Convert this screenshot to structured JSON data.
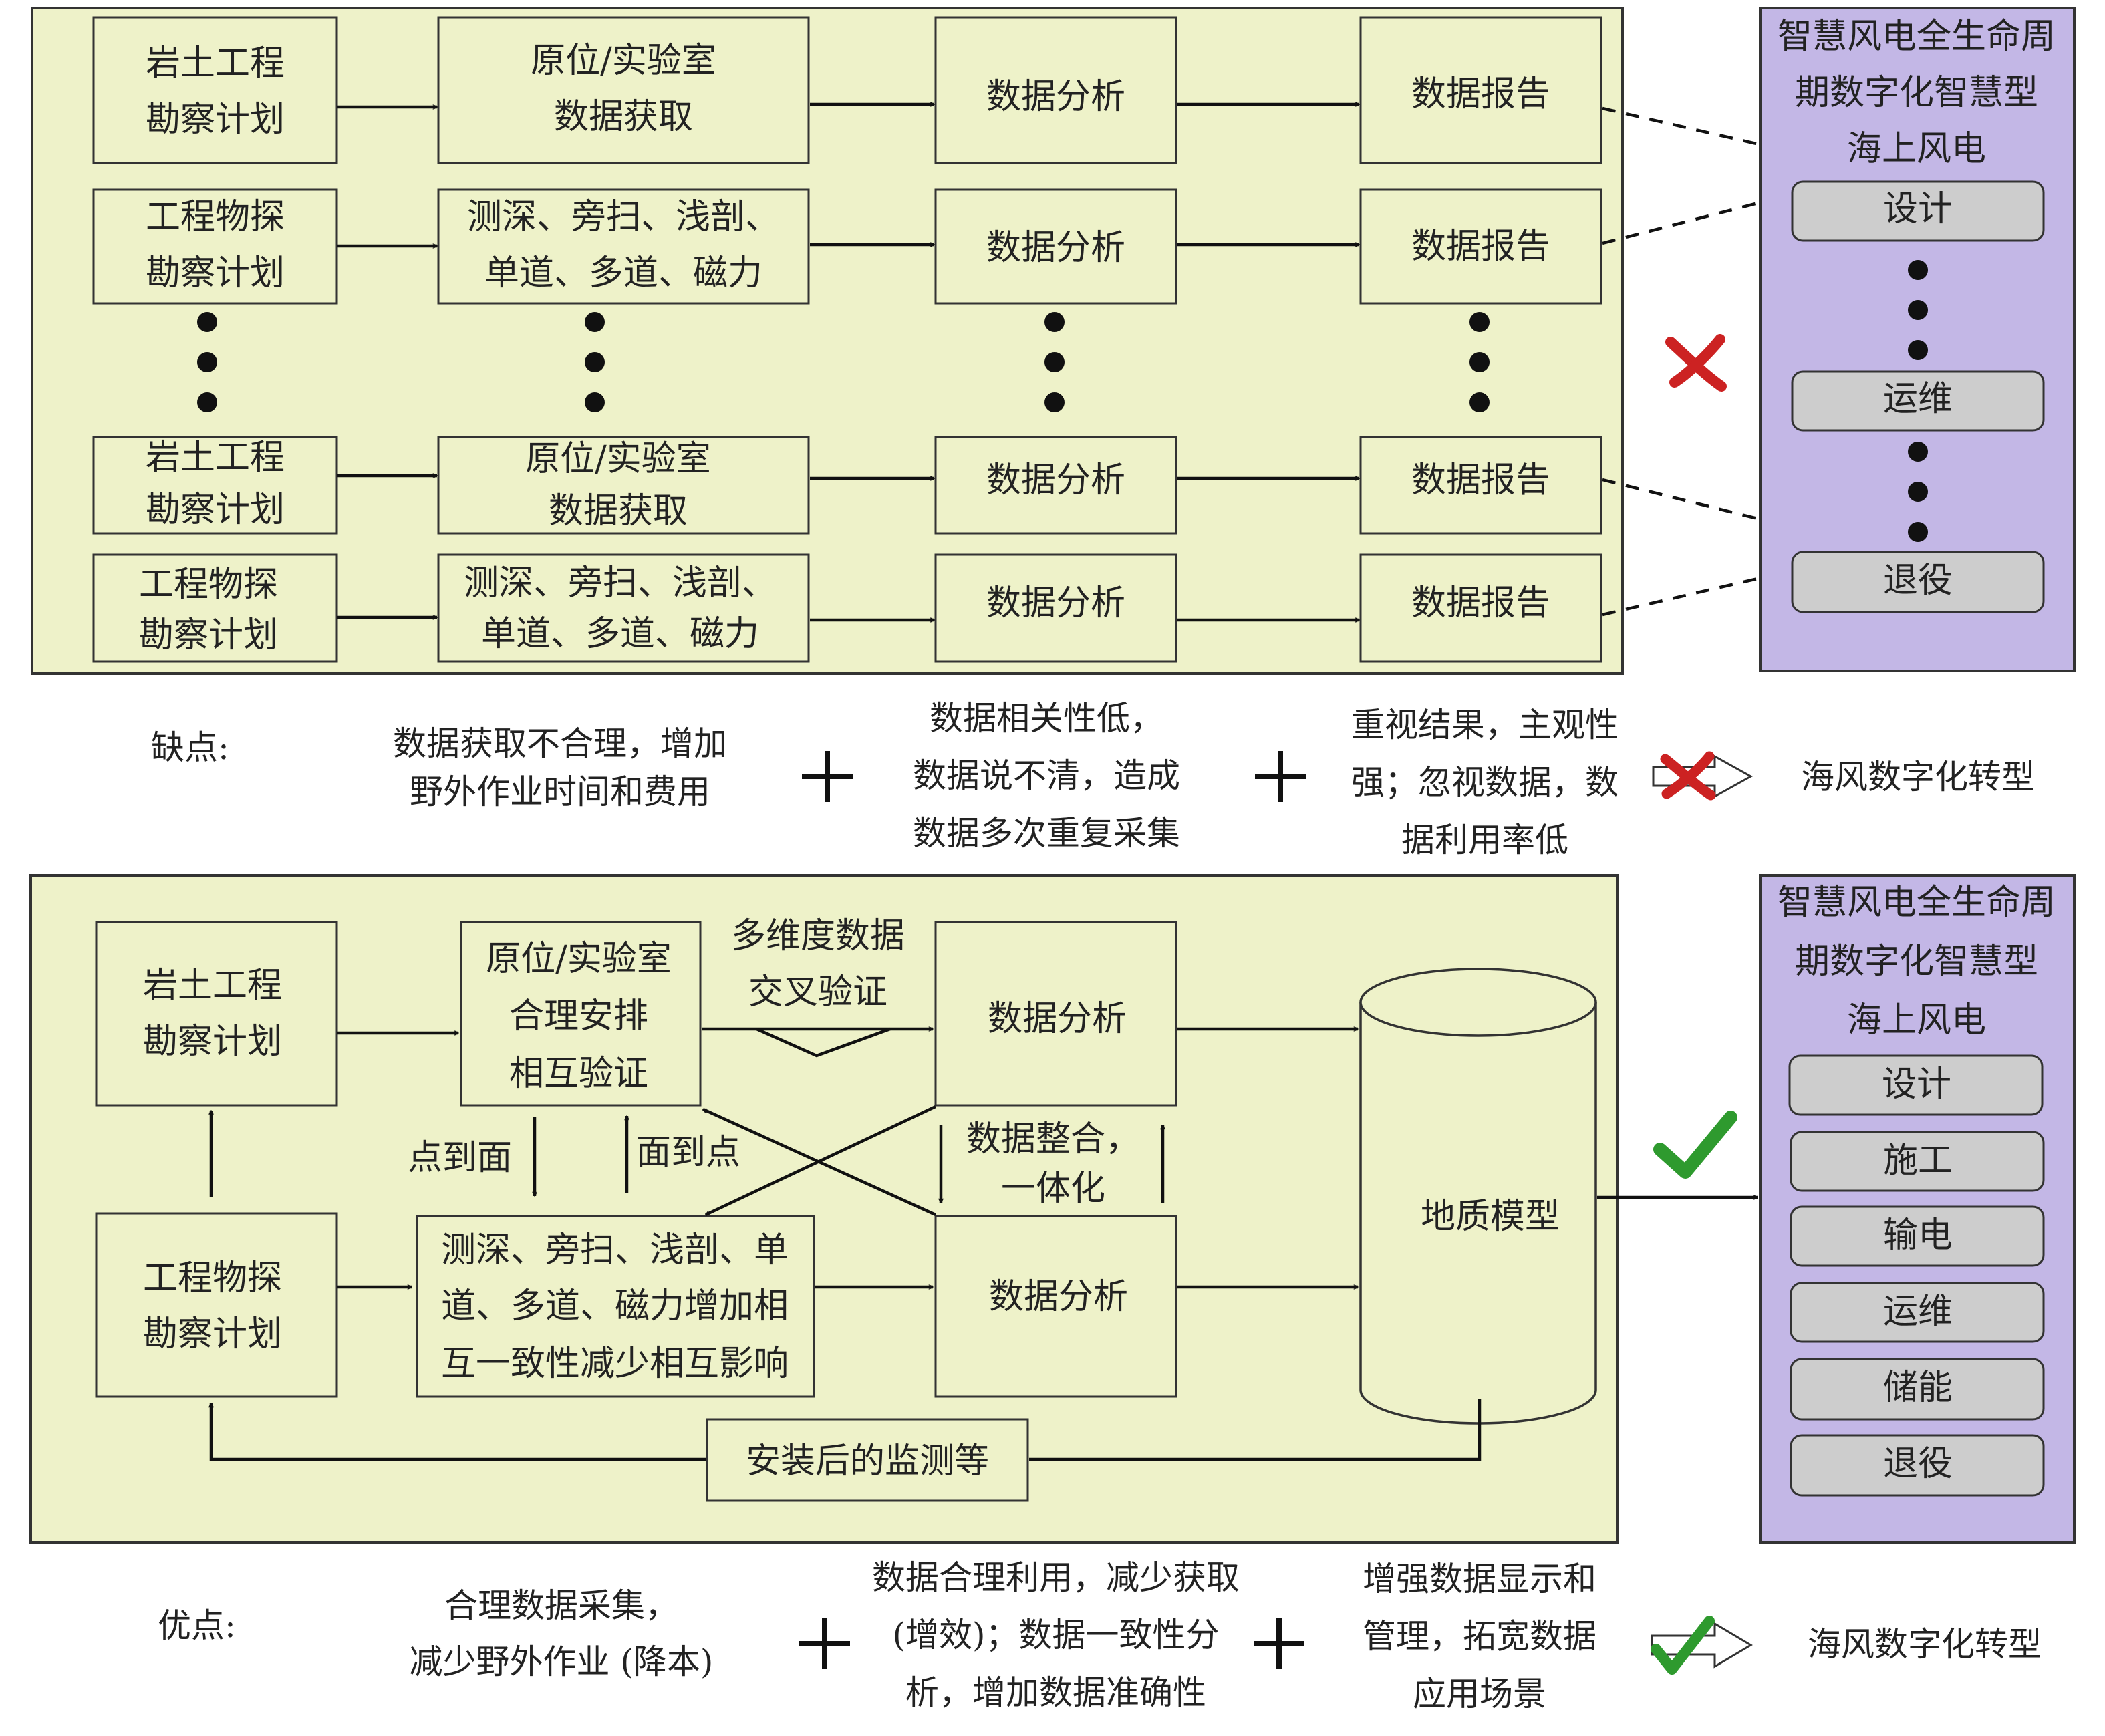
{
  "top": {
    "rows": [
      {
        "plan": [
          "岩土工程",
          "勘察计划"
        ],
        "acq": [
          "原位/实验室",
          "数据获取"
        ],
        "analysis": "数据分析",
        "report": "数据报告"
      },
      {
        "plan": [
          "工程物探",
          "勘察计划"
        ],
        "acq": [
          "测深、旁扫、浅剖、",
          "单道、多道、磁力"
        ],
        "analysis": "数据分析",
        "report": "数据报告"
      },
      {
        "plan": [
          "岩土工程",
          "勘察计划"
        ],
        "acq": [
          "原位/实验室",
          "数据获取"
        ],
        "analysis": "数据分析",
        "report": "数据报告"
      },
      {
        "plan": [
          "工程物探",
          "勘察计划"
        ],
        "acq": [
          "测深、旁扫、浅剖、",
          "单道、多道、磁力"
        ],
        "analysis": "数据分析",
        "report": "数据报告"
      }
    ],
    "side": {
      "title": [
        "智慧风电全生命周",
        "期数字化智慧型",
        "海上风电"
      ],
      "stages": [
        "设计",
        "运维",
        "退役"
      ]
    },
    "cons_label": "缺点:",
    "cons": [
      [
        "数据获取不合理，增加",
        "野外作业时间和费用"
      ],
      [
        "数据相关性低，",
        "数据说不清，造成",
        "数据多次重复采集"
      ],
      [
        "重视结果，主观性",
        "强；忽视数据，数",
        "据利用率低"
      ]
    ],
    "result": "海风数字化转型",
    "result_color": "#cc2222"
  },
  "bottom": {
    "geo_plan": [
      "岩土工程",
      "勘察计划"
    ],
    "lab": [
      "原位/实验室",
      "合理安排",
      "相互验证"
    ],
    "multi": [
      "多维度数据",
      "交叉验证"
    ],
    "analysis1": "数据分析",
    "geophys_plan": [
      "工程物探",
      "勘察计划"
    ],
    "survey": [
      "测深、旁扫、浅剖、单",
      "道、多道、磁力增加相",
      "互一致性减少相互影响"
    ],
    "analysis2": "数据分析",
    "point_to_area": "点到面",
    "area_to_point": "面到点",
    "integrate": [
      "数据整合，",
      "一体化"
    ],
    "geo_model": "地质模型",
    "monitor": "安装后的监测等",
    "side": {
      "title": [
        "智慧风电全生命周",
        "期数字化智慧型",
        "海上风电"
      ],
      "stages": [
        "设计",
        "施工",
        "输电",
        "运维",
        "储能",
        "退役"
      ]
    },
    "pros_label": "优点:",
    "pros": [
      [
        "合理数据采集，",
        "减少野外作业 (降本)"
      ],
      [
        "数据合理利用，减少获取",
        "(增效)；数据一致性分",
        "析，增加数据准确性"
      ],
      [
        "增强数据显示和",
        "管理，拓宽数据",
        "应用场景"
      ]
    ],
    "result": "海风数字化转型",
    "result_color": "#2e9a2e"
  },
  "colors": {
    "panel": "#eef2c9",
    "side": "#c3b7e6",
    "pill": "#cdcdcd"
  }
}
